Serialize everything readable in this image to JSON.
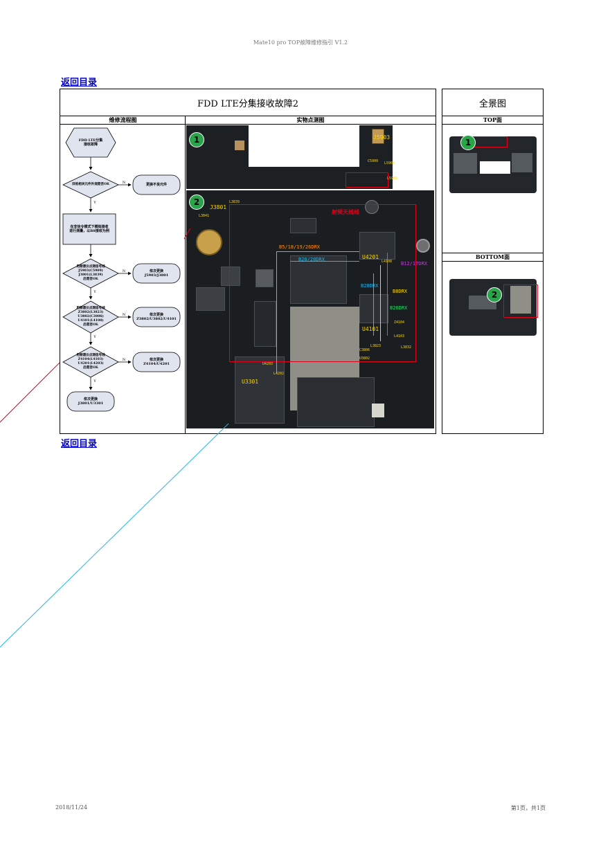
{
  "header": {
    "text": "Mate10 pro TOP故障维修指引 V1.2"
  },
  "nav": {
    "back_label": "返回目录"
  },
  "table": {
    "title": "FDD LTE分集接收故障2",
    "panorama_title": "全景图",
    "col_flow": "维修流程图",
    "col_photo": "实物点测图",
    "top_label": "TOP面",
    "bottom_label": "BOTTOM面"
  },
  "flow": {
    "start": "FDD LTE分集\n接收故障",
    "q1": "目检相关元件外观是否OK",
    "a1": "更换不良元件",
    "step1": "在非信令模式下模拟接收\n进行测量，以B8接收为例",
    "q2": "用频谱仪点测信号线\nJ5903(C5909)\nJ3801(L3839)\n后是否OK",
    "a2": "依次更换\nJ5903/J3801",
    "q3": "用频谱仪点测信号线\nZ3802(L3823)\nU3802(C3806)\nU4101(L4108)\n后是否OK",
    "a3": "依次更换\nZ3802/U3802/U4101",
    "q4": "用频谱仪点测信号线\nZ4104(L4103)\nU4201(L4203)\n后是否OK",
    "a4": "依次更换\nZ4104/U4201",
    "end": "依次更换\nJ3801/U3301",
    "yes": "Y",
    "no": "N"
  },
  "photo_labels": {
    "circle1": "1",
    "circle2": "2",
    "j5903": "J5903",
    "c5909": "C5909",
    "l5906": "L5906",
    "l5901": "L5901",
    "j3801": "J3801",
    "l3839": "L3839",
    "l3841": "L3841",
    "antenna_note": "射频天线线",
    "b5": "B5/18/19/26DRX",
    "b20": "B20/28DRX",
    "u4201": "U4201",
    "l4108": "L4108",
    "b12": "B12/17DRX",
    "b28": "B28DRX",
    "b8": "B8DRX",
    "b26": "B26DRX",
    "z4104": "Z4104",
    "l4103": "L4103",
    "u4101": "U4101",
    "l3823": "L3823",
    "c3806": "C3806",
    "l3832": "L3832",
    "u3802": "U3802",
    "u4203": "U4203",
    "l4202": "L4202",
    "u3301": "U3301"
  },
  "footer": {
    "date": "2018/11/24",
    "page": "第1页，共1页"
  }
}
